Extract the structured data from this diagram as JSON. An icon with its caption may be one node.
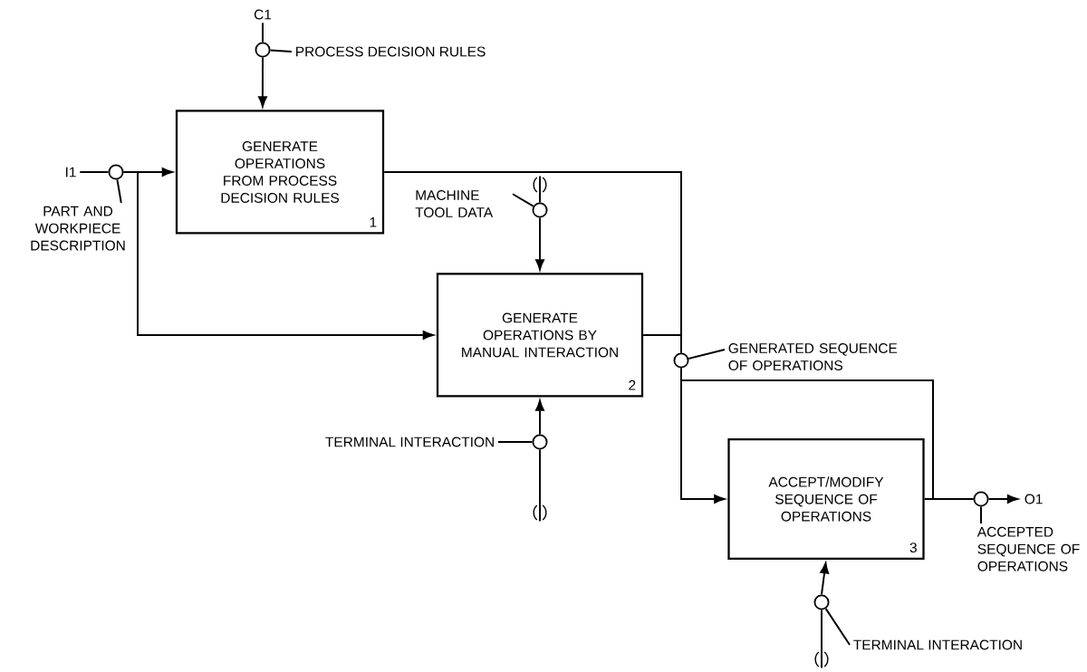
{
  "diagram": {
    "nodes": [
      {
        "text": [
          "GENERATE OPERATIONS FROM PROCESS DECISION RULES",
          "1"
        ]
      },
      {
        "text": [
          "GENERATE OPERATIONS BY MANUAL INTERACTION",
          "2"
        ]
      },
      {
        "text": [
          "ACCEPT/MODIFY SEQUENCE OF OPERATIONS",
          "3"
        ]
      },
      {
        "text": [
          "C1"
        ]
      },
      {
        "text": [
          "I1"
        ]
      },
      {
        "text": [
          "O1"
        ]
      },
      {
        "text": [
          "PROCESS DECISION RULES"
        ]
      },
      {
        "text": [
          "PART AND WORKPIECE DESCRIPTION"
        ]
      },
      {
        "text": [
          "MACHINE TOOL DATA"
        ]
      },
      {
        "text": [
          "GENERATED SEQUENCE OF OPERATIONS"
        ]
      },
      {
        "text": [
          "TERMINAL INTERACTION"
        ]
      },
      {
        "text": [
          "ACCEPTED SEQUENCE OF OPERATIONS"
        ]
      },
      {
        "text": [
          "TERMINAL INTERACTION"
        ]
      },
      {
        "text": [],
        "shape": "parentheses"
      },
      {
        "text": [],
        "shape": "parentheses"
      },
      {
        "text": [],
        "shape": "parentheses"
      },
      {
        "text": [],
        "shape": "circle"
      },
      {
        "text": [],
        "shape": "circle"
      },
      {
        "text": [],
        "shape": "circle"
      },
      {
        "text": [],
        "shape": "circle"
      },
      {
        "text": [],
        "shape": "circle"
      },
      {
        "text": [],
        "shape": "circle"
      },
      {
        "text": [],
        "shape": "circle"
      }
    ],
    "edges": [
      {
        "from": 3,
        "to": 16,
        "arrow": "none"
      },
      {
        "from": 16,
        "to": 0,
        "arrow": "to"
      },
      {
        "from": 4,
        "to": 17,
        "arrow": "none"
      },
      {
        "from": 17,
        "to": 0,
        "arrow": "to"
      },
      {
        "from": 17,
        "to": 1,
        "arrow": "to"
      },
      {
        "from": 0,
        "to": 19,
        "arrow": "none"
      },
      {
        "from": 1,
        "to": 19,
        "arrow": "none"
      },
      {
        "from": 19,
        "to": 2,
        "arrow": "to"
      },
      {
        "from": 19,
        "to": 21,
        "arrow": "none"
      },
      {
        "from": 2,
        "to": 21,
        "arrow": "none"
      },
      {
        "from": 21,
        "to": 5,
        "arrow": "to"
      },
      {
        "from": 13,
        "to": 18,
        "arrow": "none"
      },
      {
        "from": 18,
        "to": 1,
        "arrow": "to"
      },
      {
        "from": 14,
        "to": 20,
        "arrow": "none"
      },
      {
        "from": 20,
        "to": 1,
        "arrow": "to"
      },
      {
        "from": 15,
        "to": 22,
        "arrow": "none"
      },
      {
        "from": 22,
        "to": 2,
        "arrow": "to"
      },
      {
        "from": 6,
        "to": 16,
        "arrow": "none"
      },
      {
        "from": 7,
        "to": 17,
        "arrow": "none"
      },
      {
        "from": 8,
        "to": 18,
        "arrow": "none"
      },
      {
        "from": 9,
        "to": 19,
        "arrow": "none"
      },
      {
        "from": 10,
        "to": 20,
        "arrow": "none"
      },
      {
        "from": 11,
        "to": 21,
        "arrow": "none"
      },
      {
        "from": 12,
        "to": 22,
        "arrow": "none"
      }
    ]
  }
}
